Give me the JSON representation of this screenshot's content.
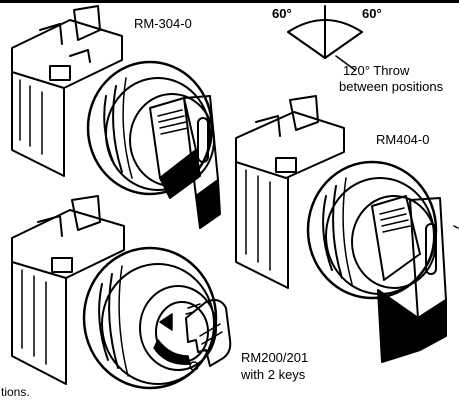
{
  "labels": {
    "rm304": "RM-304-0",
    "rm404": "RM404-0",
    "rm200_line1": "RM200/201",
    "rm200_line2": "with 2 keys",
    "angle_left": "60°",
    "angle_right": "60°",
    "throw_line1": "120° Throw",
    "throw_line2": "between positions",
    "footer_fragment": "tions."
  },
  "colors": {
    "ink": "#000000",
    "paper": "#ffffff"
  }
}
